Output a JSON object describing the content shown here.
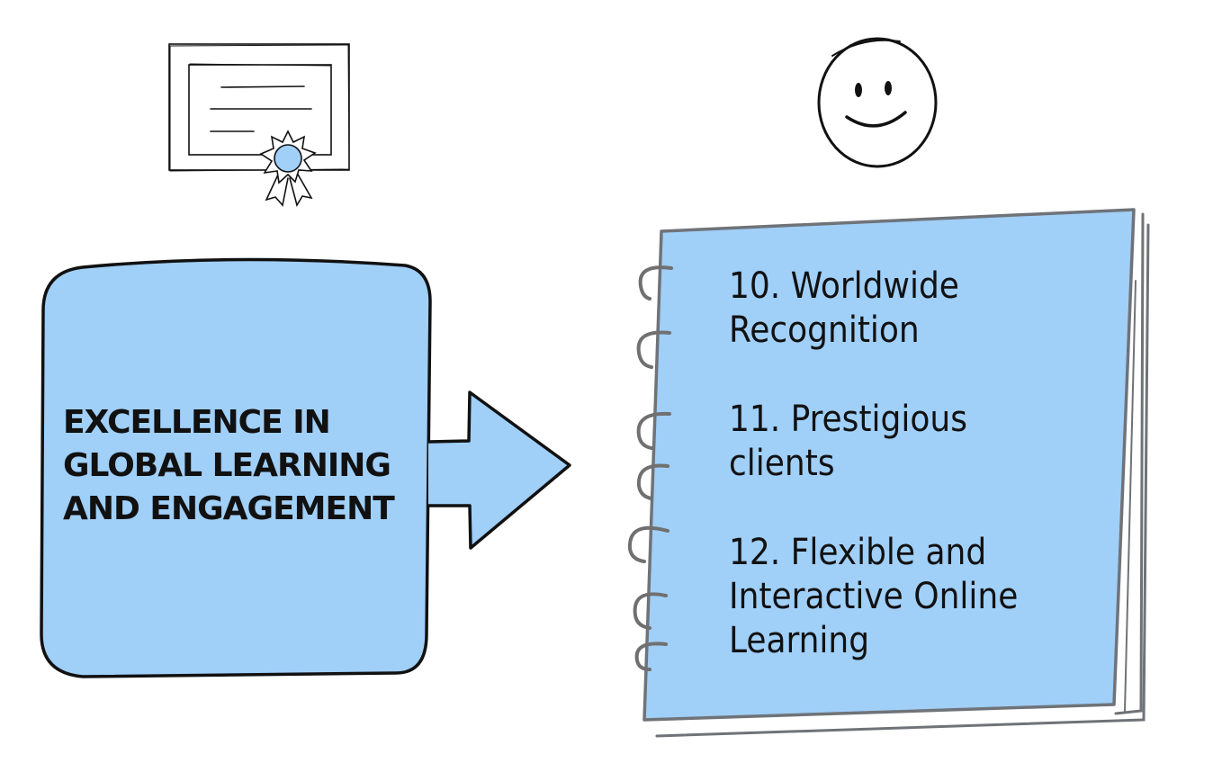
{
  "colors": {
    "fill_blue": "#a0cff8",
    "ink": "#111111",
    "notebook_border": "#6f7378",
    "spiral": "#707070"
  },
  "main_box": {
    "title_lines": [
      "EXCELLENCE IN",
      "GLOBAL LEARNING",
      "AND ENGAGEMENT"
    ]
  },
  "notebook": {
    "items": [
      "10. Worldwide\nRecognition",
      "11. Prestigious\nclients",
      "12. Flexible and\nInteractive Online\nLearning"
    ]
  },
  "icons": {
    "certificate": "certificate-icon",
    "smiley": "smiley-face-icon",
    "arrow": "right-arrow-icon"
  }
}
